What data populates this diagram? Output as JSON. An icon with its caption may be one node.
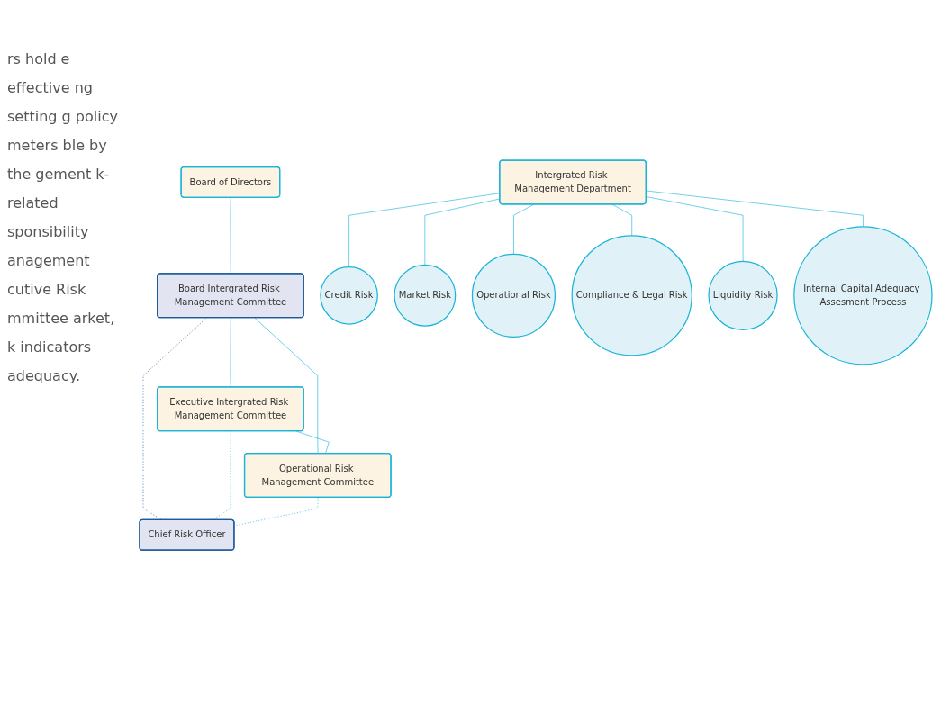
{
  "diagram": {
    "nodes": [
      {
        "text": [
          "Board of Directors"
        ]
      },
      {
        "text": [
          "Board Intergrated Risk Management Committee"
        ]
      },
      {
        "text": [
          "Executive Intergrated Risk Management Committee"
        ]
      },
      {
        "text": [
          "Operational Risk Management Committee"
        ]
      },
      {
        "text": [
          "Chief Risk Officer"
        ]
      },
      {
        "text": [
          "Intergrated Risk Management Department"
        ]
      },
      {
        "text": [
          "Credit Risk"
        ]
      },
      {
        "text": [
          "Market Risk"
        ]
      },
      {
        "text": [
          "Operational Risk"
        ]
      },
      {
        "text": [
          "Compliance & Legal Risk"
        ]
      },
      {
        "text": [
          "Liquidity Risk"
        ]
      },
      {
        "text": [
          "Internal Capital Adequacy Assesment Process"
        ]
      }
    ],
    "edges": [
      {
        "from": 0,
        "to": 1,
        "arrow": "none"
      },
      {
        "from": 1,
        "to": 2,
        "arrow": "none"
      },
      {
        "from": 1,
        "to": 3,
        "arrow": "none"
      },
      {
        "from": 2,
        "to": 3,
        "arrow": "none"
      },
      {
        "from": 1,
        "to": 4,
        "arrow": "none",
        "style": "dashed",
        "color": "#1b5a9c"
      },
      {
        "from": 2,
        "to": 4,
        "arrow": "none",
        "style": "dashed"
      },
      {
        "from": 3,
        "to": 4,
        "arrow": "none",
        "style": "dashed"
      },
      {
        "from": 5,
        "to": 6,
        "arrow": "none"
      },
      {
        "from": 5,
        "to": 7,
        "arrow": "none"
      },
      {
        "from": 5,
        "to": 8,
        "arrow": "none"
      },
      {
        "from": 5,
        "to": 9,
        "arrow": "none"
      },
      {
        "from": 5,
        "to": 10,
        "arrow": "none"
      },
      {
        "from": 5,
        "to": 11,
        "arrow": "none"
      }
    ],
    "labels": [
      "rs hold e effective ng setting g policy meters ble by the gement k-related sponsibility anagement cutive Risk mmittee arket, k indicators adequacy."
    ]
  }
}
